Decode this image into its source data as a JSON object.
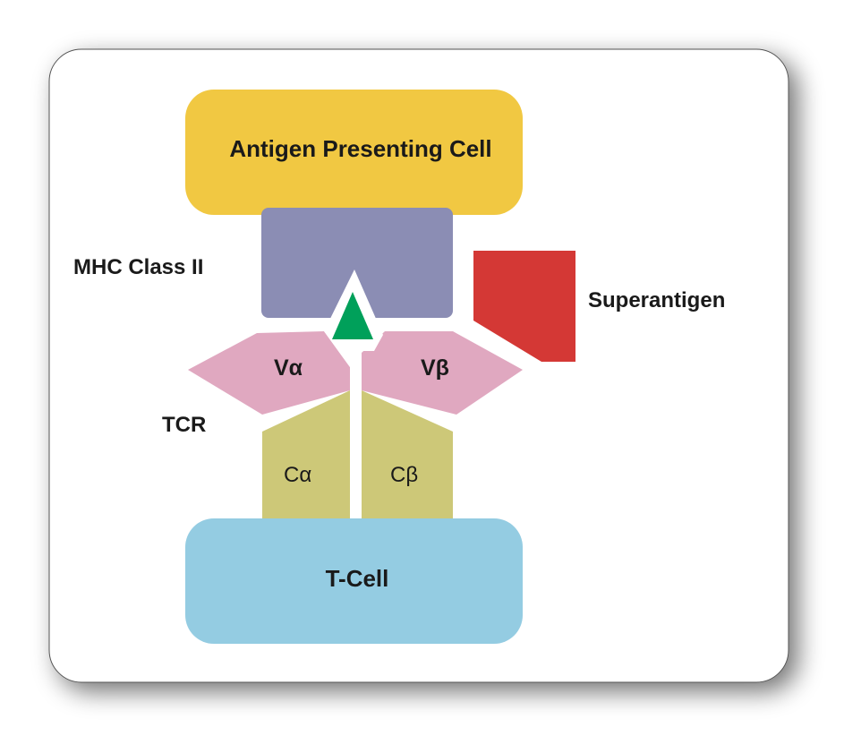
{
  "labels": {
    "apc": "Antigen Presenting Cell",
    "mhc": "MHC Class II",
    "superantigen": "Superantigen",
    "v_alpha": "Vα",
    "v_beta": "Vβ",
    "tcr": "TCR",
    "c_alpha": "Cα",
    "c_beta": "Cβ",
    "tcell": "T-Cell"
  },
  "colors": {
    "apc": "#F1C842",
    "mhc": "#8B8DB4",
    "superantigen": "#D43835",
    "antigen": "#00A05A",
    "v_region": "#E0A8C0",
    "c_region": "#CDC878",
    "tcell": "#94CCE2"
  }
}
